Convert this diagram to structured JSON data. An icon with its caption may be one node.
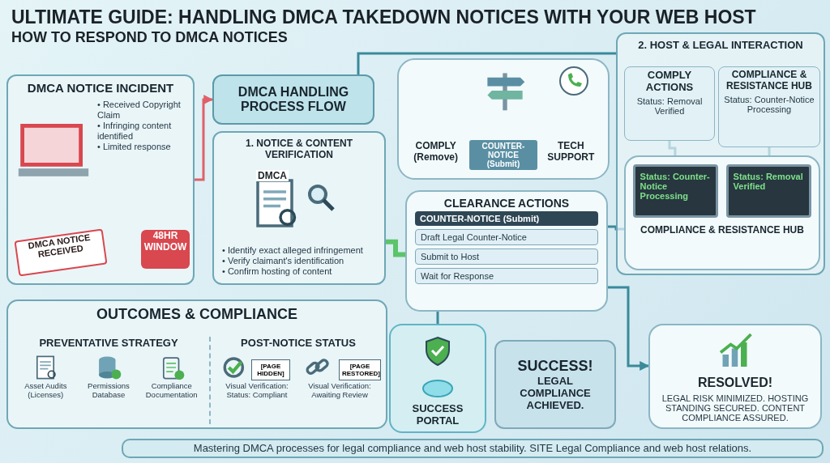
{
  "diagram": {
    "title": "ULTIMATE GUIDE: HANDLING DMCA TAKEDOWN NOTICES WITH YOUR WEB HOST",
    "caption": "Mastering DMCA processes for legal compliance and web host stability. SITE Legal Compliance and web host relations.",
    "nodes": [
      {
        "text": [
          "DMCA NOTICE INCIDENT",
          "• Received Copyright Claim",
          "• Infringing content identified",
          "• Limited response"
        ]
      },
      {
        "text": [
          "DMCA NOTICE RECEIVED"
        ],
        "in": 0
      },
      {
        "text": [
          "48HR WINDOW"
        ],
        "in": 0
      },
      {
        "text": [
          "DMCA HANDLING PROCESS FLOW"
        ]
      },
      {
        "text": [
          "1. NOTICE & CONTENT VERIFICATION",
          "• Identify exact alleged infringement",
          "• Verify claimant's identification",
          "• Confirm hosting of content"
        ]
      },
      {
        "text": [
          "2. HOST & LEGAL INTERACTION"
        ]
      },
      {
        "text": [
          "COMPLY (Remove)",
          "COUNTER-NOTICE (Submit)",
          "TECH SUPPORT"
        ]
      },
      {
        "text": [
          "COMPLY ACTIONS",
          "Status: Removal Verified"
        ],
        "in": 5
      },
      {
        "text": [
          "COMPLIANCE & RESISTANCE HUB",
          "Status: Counter-Notice Processing"
        ],
        "in": 5
      },
      {
        "text": [
          "Status: Counter-Notice Processing",
          "Status: Removal Verified",
          "COMPLIANCE & RESISTANCE HUB"
        ],
        "in": 5
      },
      {
        "text": [
          "CLEARANCE ACTIONS",
          "COUNTER-NOTICE (Submit)",
          "Draft Legal Counter-Notice",
          "Submit to Host",
          "Wait for Response"
        ]
      },
      {
        "text": [
          "SUCCESS PORTAL"
        ]
      },
      {
        "text": [
          "SUCCESS!",
          "LEGAL COMPLIANCE ACHIEVED."
        ]
      },
      {
        "text": [
          "RESOLVED!",
          "LEGAL RISK MINIMIZED. HOSTING STANDING SECURED. CONTENT COMPLIANCE ASSURED."
        ]
      },
      {
        "text": [
          "OUTCOMES & COMPLIANCE"
        ]
      },
      {
        "text": [
          "PREVENTATIVE STRATEGY",
          "Asset Audits (Licenses)",
          "Permissions Database",
          "Compliance Documentation"
        ],
        "in": 14
      },
      {
        "text": [
          "POST-NOTICE STATUS",
          "Visual Verification: Status: Compliant",
          "Visual Verification: Awaiting Review"
        ],
        "in": 14
      }
    ],
    "edges": [
      {
        "from": 0,
        "to": 3,
        "arrow": "to",
        "color": "#e0606a"
      },
      {
        "from": 3,
        "to": 5,
        "arrow": "none"
      },
      {
        "from": 4,
        "to": 10,
        "arrow": "none",
        "color": "#5cc46a",
        "style": "thick"
      },
      {
        "from": 10,
        "to": 9,
        "arrow": "none"
      },
      {
        "from": 10,
        "to": 11,
        "arrow": "none"
      },
      {
        "from": 10,
        "to": 13,
        "arrow": "to"
      },
      {
        "from": 7,
        "to": 9,
        "arrow": "none"
      },
      {
        "from": 8,
        "to": 9,
        "arrow": "none"
      }
    ],
    "labels": [
      "HOW TO RESPOND TO DMCA NOTICES",
      "DMCA",
      "[PAGE HIDDEN]",
      "[PAGE RESTORED]"
    ]
  }
}
